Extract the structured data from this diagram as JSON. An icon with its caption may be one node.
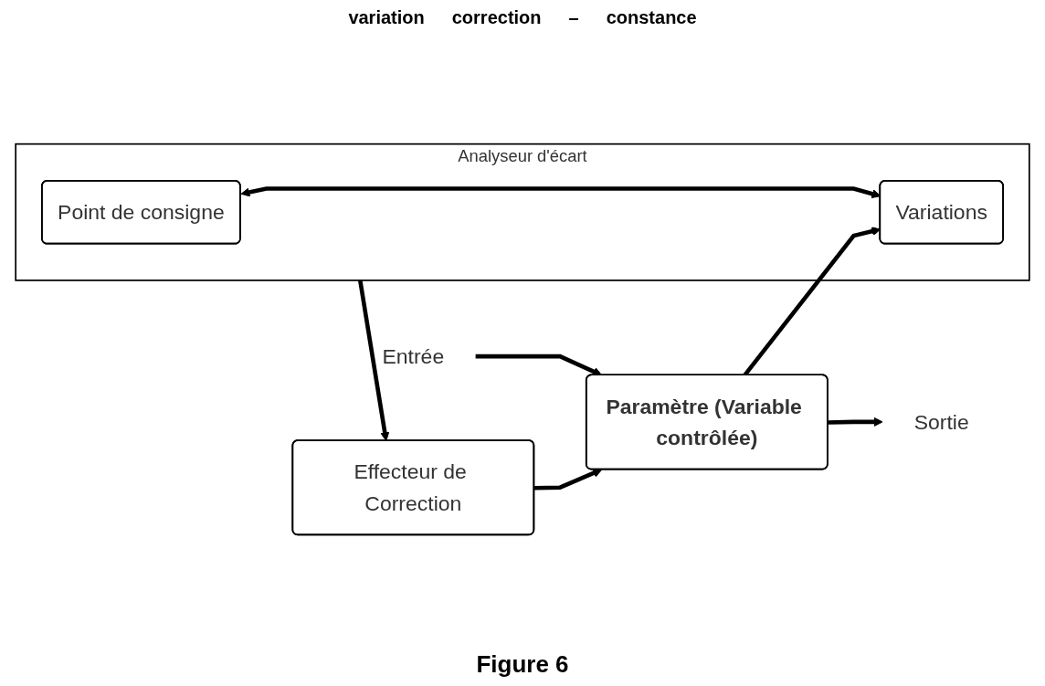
{
  "diagram": {
    "caption": "Figure 6",
    "nodes": [
      {
        "text": [
          "Entrée"
        ]
      },
      {
        "text": [
          "Paramètre (Variable contrôlée)"
        ]
      },
      {
        "text": [
          "Sortie"
        ]
      },
      {
        "text": [
          "Effecteur de Correction"
        ]
      },
      {
        "text": [
          "Analyseur d'écart"
        ]
      },
      {
        "text": [
          "Point de consigne"
        ],
        "in": 4
      },
      {
        "text": [
          "Variations"
        ],
        "in": 4
      }
    ],
    "edges": [
      {
        "from": 0,
        "to": 1,
        "arrow": "to"
      },
      {
        "from": 3,
        "to": 1,
        "arrow": "to"
      },
      {
        "from": 1,
        "to": 2,
        "arrow": "to"
      },
      {
        "from": 1,
        "to": 6,
        "arrow": "to"
      },
      {
        "from": 4,
        "to": 3,
        "arrow": "to"
      },
      {
        "from": 5,
        "to": 6,
        "arrow": "both"
      }
    ],
    "labels": [
      "variation",
      "correction",
      "–",
      "constance"
    ]
  }
}
